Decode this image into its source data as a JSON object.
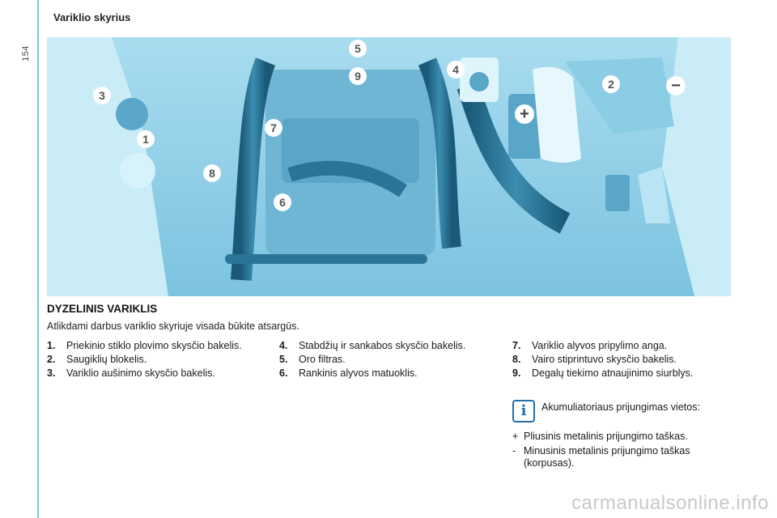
{
  "page": {
    "number": "154",
    "section_title": "Variklio skyrius"
  },
  "photo": {
    "callouts": [
      "1",
      "2",
      "3",
      "4",
      "5",
      "6",
      "7",
      "8",
      "9"
    ],
    "plus_symbol": "+",
    "minus_symbol": "−"
  },
  "content": {
    "heading": "DYZELINIS VARIKLIS",
    "intro": "Atlikdami darbus variklio skyriuje visada būkite atsargūs.",
    "col1": [
      {
        "num": "1.",
        "text": "Priekinio stiklo plovimo skysčio bakelis."
      },
      {
        "num": "2.",
        "text": "Saugiklių blokelis."
      },
      {
        "num": "3.",
        "text": "Variklio aušinimo skysčio bakelis."
      }
    ],
    "col2": [
      {
        "num": "4.",
        "text": "Stabdžių ir sankabos skysčio bakelis."
      },
      {
        "num": "5.",
        "text": "Oro filtras."
      },
      {
        "num": "6.",
        "text": "Rankinis alyvos matuoklis."
      }
    ],
    "col3": [
      {
        "num": "7.",
        "text": "Variklio alyvos pripylimo anga."
      },
      {
        "num": "8.",
        "text": "Vairo stiprintuvo skysčio bakelis."
      },
      {
        "num": "9.",
        "text": "Degalų tiekimo atnaujinimo siurblys."
      }
    ],
    "info_icon": "i",
    "info_text": "Akumuliatoriaus prijungimas vietos:",
    "battery": [
      {
        "sym": "+",
        "text": "Pliusinis metalinis prijungimo taškas."
      },
      {
        "sym": "-",
        "text": "Minusinis metalinis prijungimo taškas (korpusas)."
      }
    ]
  },
  "watermark": "carmanualsonline.info"
}
